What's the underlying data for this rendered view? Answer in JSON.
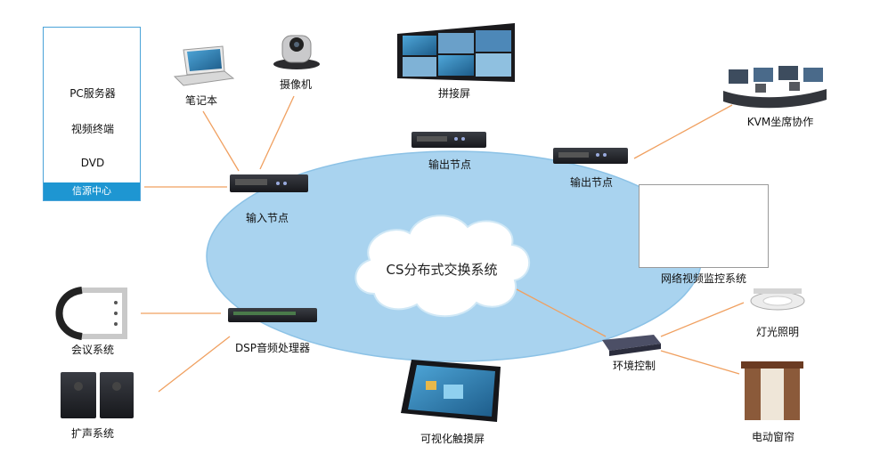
{
  "center": {
    "label": "CS分布式交换系统"
  },
  "nodes": {
    "pc_server": "PC服务器",
    "video_terminal": "视频终端",
    "dvd": "DVD",
    "source_group": "信源中心",
    "laptop": "笔记本",
    "camera": "摄像机",
    "video_wall": "拼接屏",
    "kvm": "KVM坐席协作",
    "output_node_top": "输出节点",
    "output_node_right": "输出节点",
    "input_node": "输入节点",
    "network_camera": "网络视频监控系统",
    "light": "灯光照明",
    "environment_control": "环境控制",
    "curtain": "电动窗帘",
    "dsp": "DSP音频处理器",
    "conference": "会议系统",
    "speaker": "扩声系统",
    "touch_screen": "可视化触摸屏"
  },
  "colors": {
    "ellipse": "#a9d3ef",
    "ellipse_stroke": "#8cc2e6",
    "link": "#f0a060",
    "source_band": "#1e96d2"
  }
}
